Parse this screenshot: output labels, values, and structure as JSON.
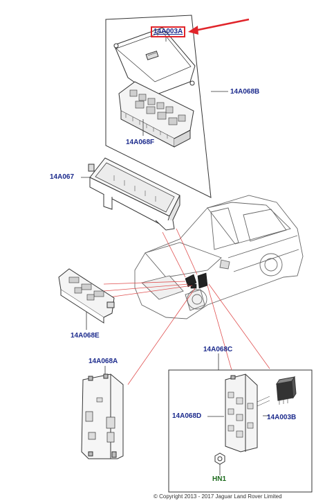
{
  "diagram": {
    "callouts": {
      "lid_part": "14A003A",
      "fuse_box_assembly": "14A068B",
      "fuse_box_base": "14A068F",
      "tray": "14A067",
      "module_e": "14A068E",
      "module_a": "14A068A",
      "module_c": "14A068C",
      "module_d": "14A068D",
      "relay_part": "14A003B",
      "nut_part": "HN1"
    },
    "highlight": {
      "part": "14A003A",
      "color": "#e0242a"
    },
    "colors": {
      "callout_text": "#1b2a8c",
      "fastener_text": "#1d6b1d",
      "leader_red": "#e05050",
      "line_art": "#333333"
    },
    "footer": "© Copyright 2013 - 2017 Jaguar Land Rover Limited"
  }
}
